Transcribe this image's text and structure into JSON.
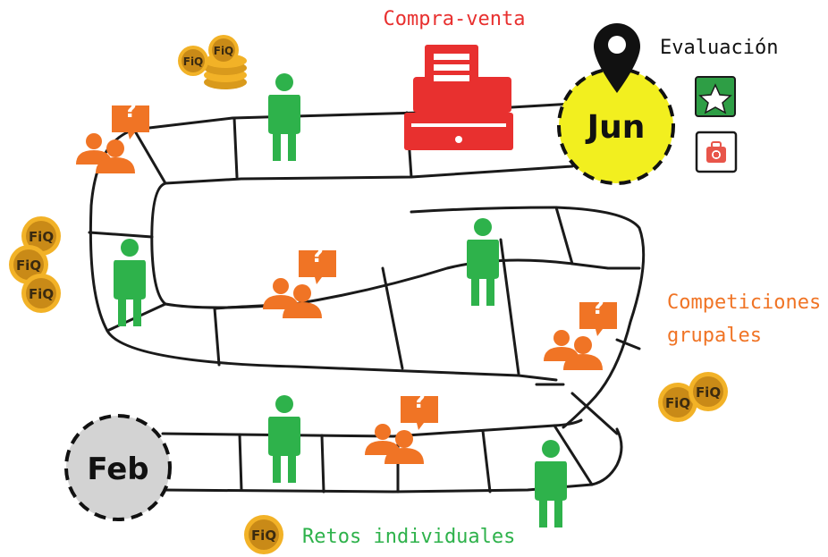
{
  "labels": {
    "buy_sell": "Compra-venta",
    "evaluation": "Evaluación",
    "group_competitions_line1": "Competiciones",
    "group_competitions_line2": "grupales",
    "individual_challenges": "Retos individuales"
  },
  "milestones": {
    "start": "Feb",
    "end": "Jun"
  },
  "coin_text": "FiQ",
  "question_mark": "?",
  "colors": {
    "track": "#1a1a1a",
    "person_green": "#2eb24b",
    "team_orange": "#f07425",
    "register_red": "#e8302f",
    "label_red": "#e8302f",
    "label_orange": "#f07425",
    "label_green": "#2eb24b",
    "coin_gold": "#f2b227",
    "coin_text": "#3a2a10",
    "jun_fill": "#f2ef1f",
    "feb_fill": "#d3d3d3",
    "badge_green": "#2e9e45",
    "kit_red": "#e8554a",
    "pin_black": "#111111"
  },
  "icons": [
    "person-icon",
    "team-question-icon",
    "cash-register-icon",
    "location-pin-icon",
    "star-badge-icon",
    "first-aid-kit-icon",
    "coin-icon"
  ]
}
